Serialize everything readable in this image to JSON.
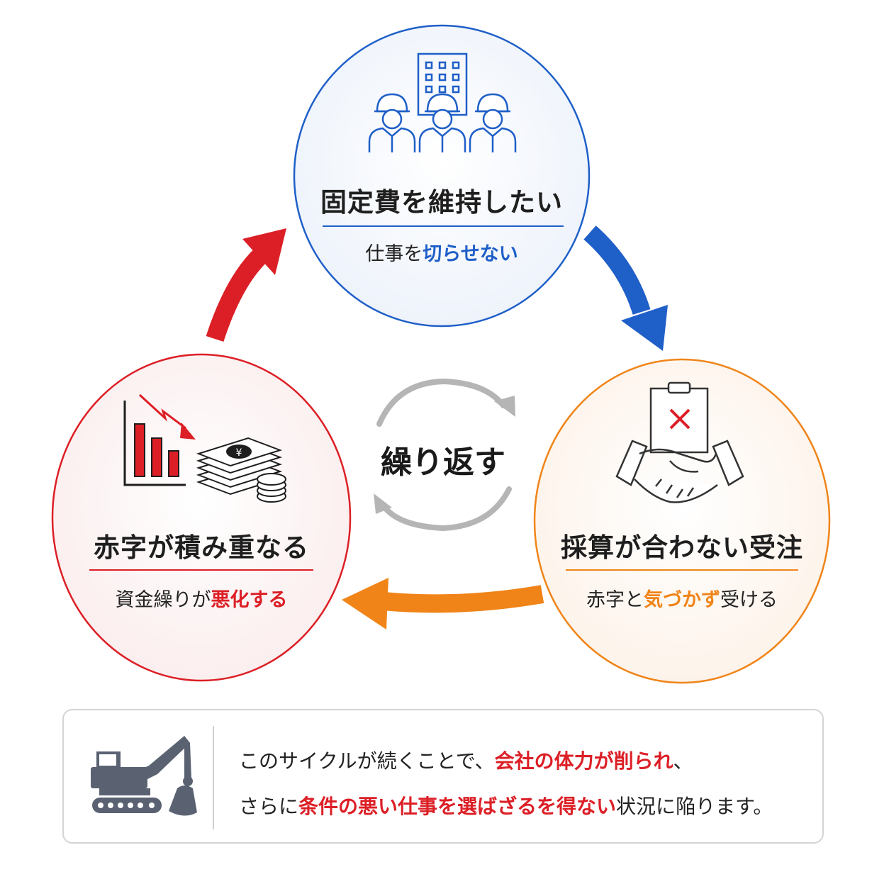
{
  "colors": {
    "blue": "#1f5fc8",
    "red": "#dc1f26",
    "orange": "#f08418",
    "gray": "#b5b5b5",
    "dark": "#1e1e1e"
  },
  "top_node": {
    "title": "固定費を維持したい",
    "sub_plain": "仕事を",
    "sub_highlight": "切らせない",
    "icon": "construction-workers-building-icon"
  },
  "right_node": {
    "title": "採算が合わない受注",
    "sub_plain1": "赤字と",
    "sub_highlight": "気づかず",
    "sub_plain2": "受ける",
    "icon": "handshake-rejected-clipboard-icon"
  },
  "left_node": {
    "title": "赤字が積み重なる",
    "sub_plain": "資金繰りが",
    "sub_highlight": "悪化する",
    "icon": "declining-chart-money-icon",
    "coin_symbol": "¥"
  },
  "center": {
    "label": "繰り返す",
    "icon": "cycle-arrows-icon"
  },
  "note": {
    "icon": "excavator-icon",
    "line1_plain": "このサイクルが続くことで、",
    "line1_highlight": "会社の体力が削られ",
    "line1_end": "、",
    "line2_plain1": "さらに",
    "line2_highlight": "条件の悪い仕事を選ばざるを得ない",
    "line2_plain2": "状況に陥ります。"
  }
}
